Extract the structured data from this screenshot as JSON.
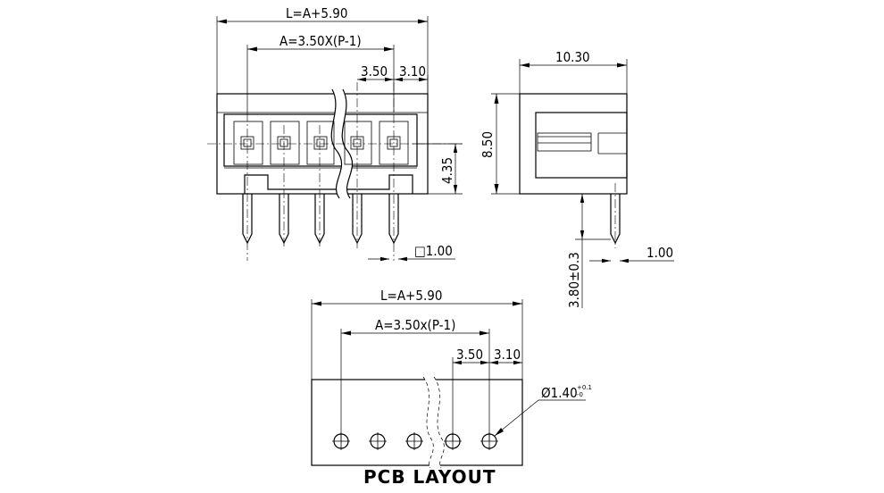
{
  "front_view": {
    "overall_length": "L=A+5.90",
    "pitch_span": "A=3.50X(P-1)",
    "pitch": "3.50",
    "end_offset": "3.10",
    "pin_height": "4.35",
    "pin_square": "□1.00"
  },
  "side_view": {
    "depth": "10.30",
    "height": "8.50",
    "pin_length": "3.80±0.3",
    "pin_width": "1.00"
  },
  "pcb_layout": {
    "title": "PCB LAYOUT",
    "overall_length": "L=A+5.90",
    "pitch_span": "A=3.50x(P-1)",
    "pitch": "3.50",
    "end_offset": "3.10",
    "hole_diameter": "Ø1.40",
    "hole_tol_plus": "+0.1",
    "hole_tol_minus": "-0"
  }
}
